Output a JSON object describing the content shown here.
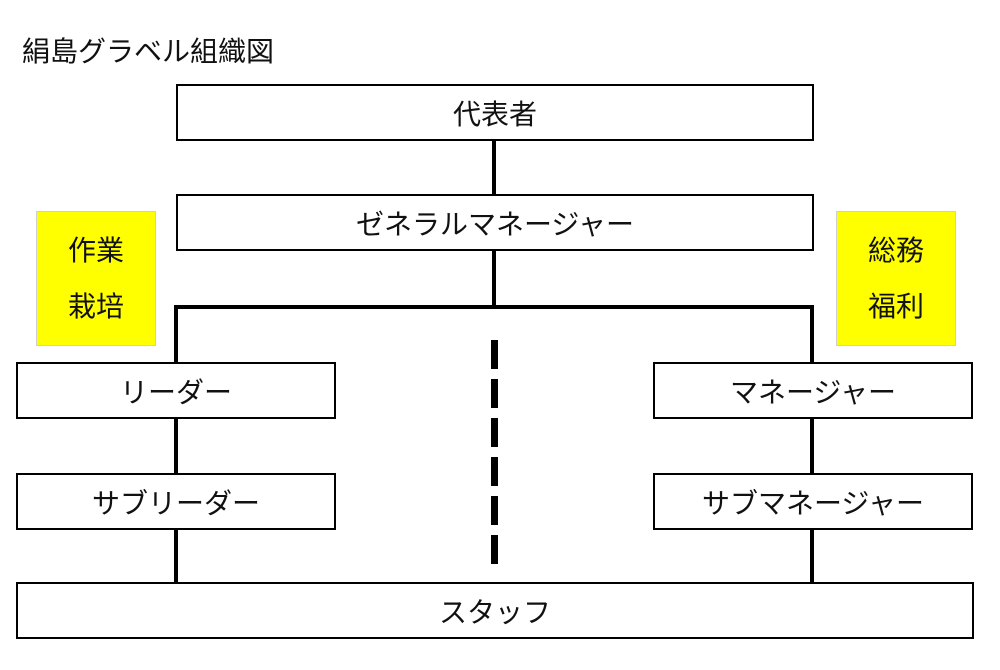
{
  "title": "絹島グラベル組織図",
  "boxes": {
    "representative": "代表者",
    "general_manager": "ゼネラルマネージャー",
    "leader": "リーダー",
    "sub_leader": "サブリーダー",
    "manager": "マネージャー",
    "sub_manager": "サブマネージャー",
    "staff": "スタッフ"
  },
  "notes": {
    "left": [
      "作業",
      "栽培"
    ],
    "right": [
      "総務",
      "福利"
    ]
  },
  "colors": {
    "note_background": "#ffff00",
    "lines": "#000000"
  }
}
